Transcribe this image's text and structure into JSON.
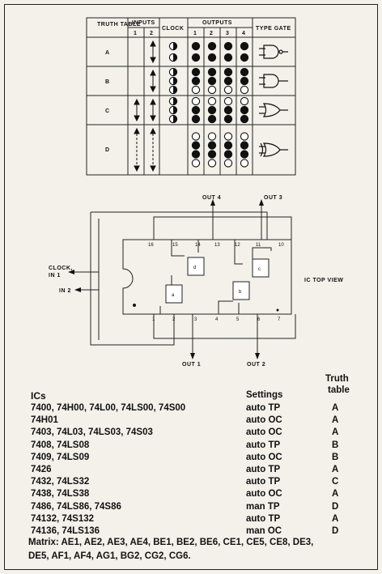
{
  "truth_table": {
    "headers": {
      "truth_table": "TRUTH TABLE",
      "inputs": "INPUTS",
      "input_1": "1",
      "input_2": "2",
      "clock": "CLOCK",
      "outputs": "OUTPUTS",
      "output_1": "1",
      "output_2": "2",
      "output_3": "3",
      "output_4": "4",
      "type_gate": "TYPE GATE"
    },
    "rows": [
      {
        "label": "A",
        "gate": "nand",
        "clock": [
          "half",
          "half"
        ],
        "outputs": [
          [
            "filled",
            "filled",
            "filled",
            "filled"
          ],
          [
            "filled",
            "filled",
            "filled",
            "filled"
          ]
        ]
      },
      {
        "label": "B",
        "gate": "and",
        "clock": [
          "half",
          "half",
          "half"
        ],
        "outputs": [
          [
            "filled",
            "filled",
            "filled",
            "filled"
          ],
          [
            "filled",
            "filled",
            "filled",
            "filled"
          ],
          [
            "empty",
            "empty",
            "empty",
            "empty"
          ]
        ]
      },
      {
        "label": "C",
        "gate": "or",
        "clock": [
          "half",
          "half",
          "half"
        ],
        "outputs": [
          [
            "empty",
            "empty",
            "empty",
            "empty"
          ],
          [
            "filled",
            "filled",
            "filled",
            "filled"
          ],
          [
            "filled",
            "filled",
            "filled",
            "filled"
          ]
        ]
      },
      {
        "label": "D",
        "gate": "xor",
        "clock": [],
        "outputs": [
          [
            "empty",
            "empty",
            "empty",
            "empty"
          ],
          [
            "filled",
            "filled",
            "filled",
            "filled"
          ],
          [
            "filled",
            "filled",
            "filled",
            "filled"
          ],
          [
            "empty",
            "empty",
            "empty",
            "empty"
          ]
        ]
      }
    ]
  },
  "pinout": {
    "out4": "OUT 4",
    "out3": "OUT 3",
    "out1": "OUT 1",
    "out2": "OUT 2",
    "clock_in": "CLOCK,",
    "clock_in2": "IN 1",
    "in2": "IN 2",
    "ic_top_view": "IC TOP VIEW",
    "pins_top": [
      "16",
      "15",
      "14",
      "13",
      "12",
      "11",
      "10"
    ],
    "pins_bottom": [
      "1",
      "2",
      "3",
      "4",
      "5",
      "6",
      "7"
    ],
    "gates": [
      "a",
      "b",
      "c",
      "d"
    ]
  },
  "ic_table": {
    "col_ics": "ICs",
    "col_settings": "Settings",
    "col_truth": "Truth",
    "col_truth2": "table",
    "rows": [
      {
        "ics": "7400, 74H00, 74L00, 74LS00, 74S00",
        "settings": "auto TP",
        "table": "A"
      },
      {
        "ics": "74H01",
        "settings": "auto OC",
        "table": "A"
      },
      {
        "ics": "7403, 74L03, 74LS03, 74S03",
        "settings": "auto OC",
        "table": "A"
      },
      {
        "ics": "7408, 74LS08",
        "settings": "auto TP",
        "table": "B"
      },
      {
        "ics": "7409, 74LS09",
        "settings": "auto OC",
        "table": "B"
      },
      {
        "ics": "7426",
        "settings": "auto TP",
        "table": "A"
      },
      {
        "ics": "7432, 74LS32",
        "settings": "auto TP",
        "table": "C"
      },
      {
        "ics": "7438, 74LS38",
        "settings": "auto OC",
        "table": "A"
      },
      {
        "ics": "7486, 74LS86, 74S86",
        "settings": "man TP",
        "table": "D"
      },
      {
        "ics": "74132, 74S132",
        "settings": "auto TP",
        "table": "A"
      },
      {
        "ics": "74136, 74LS136",
        "settings": "man OC",
        "table": "D"
      }
    ]
  },
  "matrix": {
    "line1": "Matrix: AE1, AE2, AE3, AE4, BE1, BE2, BE6, CE1, CE5, CE8, DE3,",
    "line2": "DE5, AF1, AF4, AG1, BG2, CG2, CG6."
  }
}
